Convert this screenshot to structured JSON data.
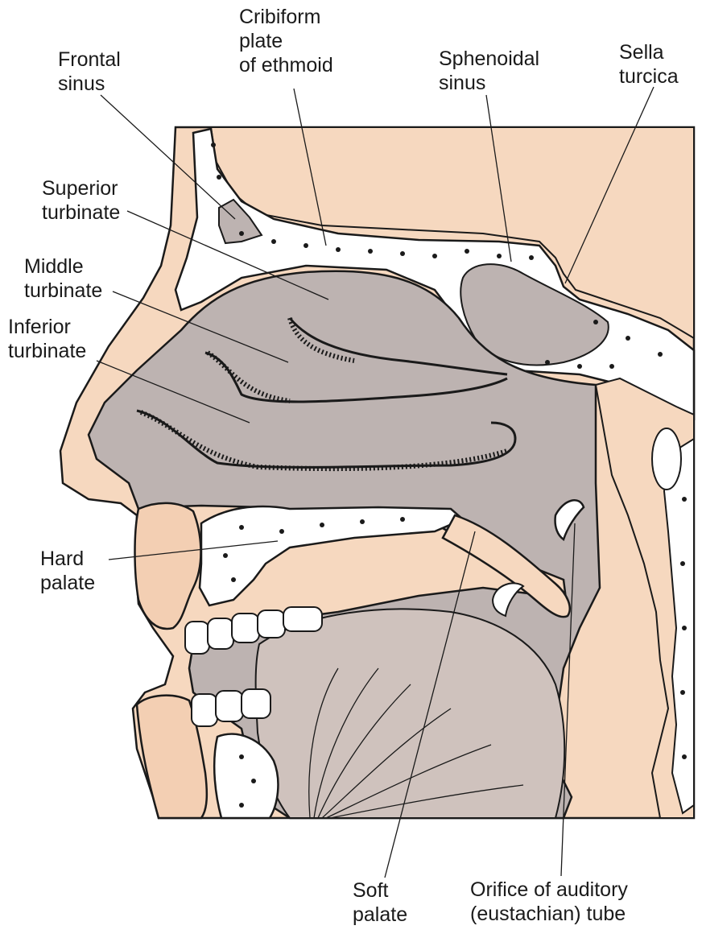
{
  "colors": {
    "skin": "#f6d8bf",
    "airway": "#bdb3b1",
    "bone": "#ffffff",
    "outline": "#1a1a1a",
    "lip": "#f3cfb3"
  },
  "labels": {
    "cribriform": [
      "Cribiform",
      "plate",
      "of ethmoid"
    ],
    "frontal": [
      "Frontal",
      "sinus"
    ],
    "sphenoidal": [
      "Sphenoidal",
      "sinus"
    ],
    "sella": [
      "Sella",
      "turcica"
    ],
    "superior": [
      "Superior",
      "turbinate"
    ],
    "middle": [
      "Middle",
      "turbinate"
    ],
    "inferior": [
      "Inferior",
      "turbinate"
    ],
    "hard_palate": [
      "Hard",
      "palate"
    ],
    "soft_palate": [
      "Soft",
      "palate"
    ],
    "orifice": [
      "Orifice of auditory",
      "(eustachian) tube"
    ]
  }
}
